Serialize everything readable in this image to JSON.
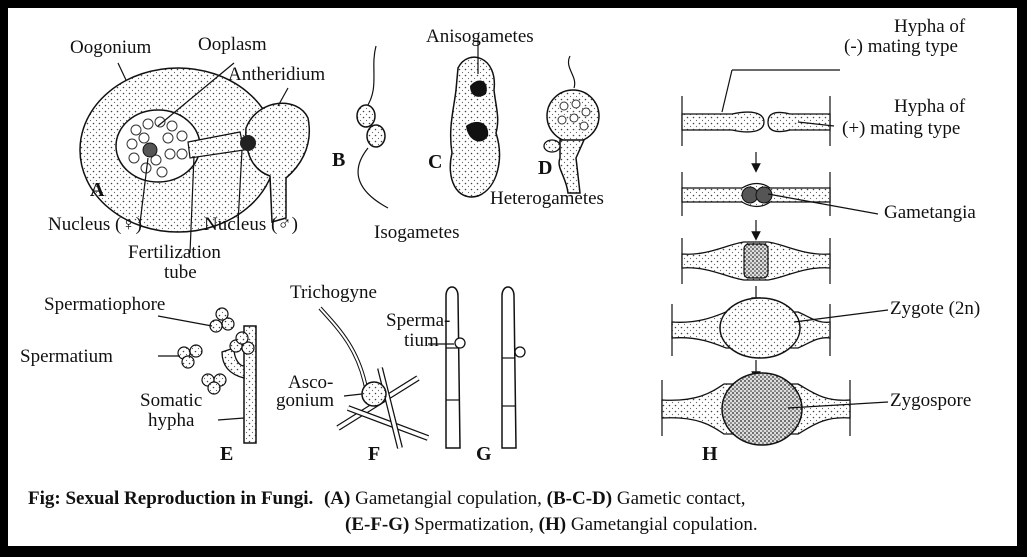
{
  "labels": {
    "oogonium": "Oogonium",
    "ooplasm": "Ooplasm",
    "antheridium": "Antheridium",
    "anisogametes": "Anisogametes",
    "nucleus_female": "Nucleus (♀)",
    "nucleus_male": "Nucleus (♂)",
    "fertilization_1": "Fertilization",
    "fertilization_2": "tube",
    "isogametes": "Isogametes",
    "heterogametes": "Heterogametes",
    "hypha_minus_1": "Hypha of",
    "hypha_minus_2": "(-) mating type",
    "hypha_plus_1": "Hypha of",
    "hypha_plus_2": "(+) mating type",
    "gametangia": "Gametangia",
    "zygote": "Zygote (2n)",
    "zygospore": "Zygospore",
    "trichogyne": "Trichogyne",
    "spermatium_f_1": "Sperma-",
    "spermatium_f_2": "tium",
    "spermatiophore": "Spermatiophore",
    "spermatium_e": "Spermatium",
    "ascogonium_1": "Asco-",
    "ascogonium_2": "gonium",
    "somatic_1": "Somatic",
    "somatic_2": "hypha"
  },
  "panel_letters": {
    "a": "A",
    "b": "B",
    "c": "C",
    "d": "D",
    "e": "E",
    "f": "F",
    "g": "G",
    "h": "H"
  },
  "caption": {
    "prefix": "Fig: Sexual Reproduction in Fungi.",
    "a_tag": "(A)",
    "a_text": " Gametangial copulation, ",
    "bcd_tag": "(B-C-D)",
    "bcd_text": " Gametic contact,",
    "efg_tag": "(E-F-G)",
    "efg_text": " Spermatization, ",
    "h_tag": "(H)",
    "h_text": " Gametangial copulation."
  }
}
